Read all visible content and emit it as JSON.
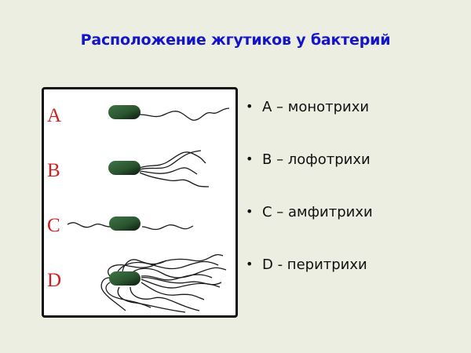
{
  "slide": {
    "title": "Расположение жгутиков у бактерий",
    "background_color": "#ebeee0",
    "title_color": "#1414c8"
  },
  "figure": {
    "labels": [
      "A",
      "B",
      "C",
      "D"
    ],
    "label_color": "#d21f1f",
    "bacterium_color": "#2f5a32"
  },
  "bullets": [
    {
      "text": "A – монотрихи"
    },
    {
      "text": "B – лофотрихи"
    },
    {
      "text": "C – амфитрихи"
    },
    {
      "text": "D - перитрихи"
    }
  ]
}
